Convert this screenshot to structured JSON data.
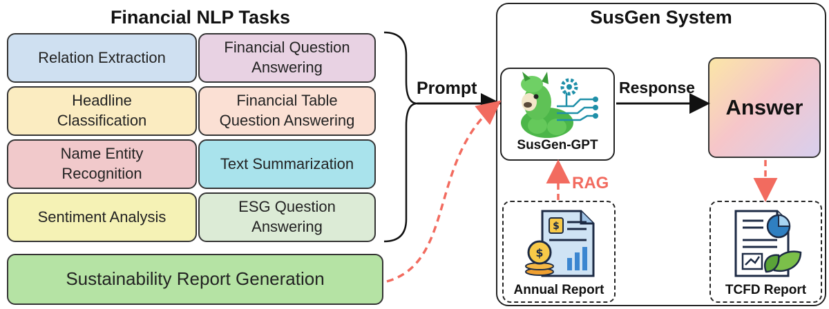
{
  "tasks_section": {
    "title": "Financial NLP Tasks",
    "tasks": [
      {
        "label": "Relation Extraction",
        "color": "#cfe0f1"
      },
      {
        "label": "Financial Question Answering",
        "color": "#e8d2e3"
      },
      {
        "label": "Headline Classification",
        "color": "#fbecc1"
      },
      {
        "label": "Financial Table Question Answering",
        "color": "#fbe0d4"
      },
      {
        "label": "Name Entity Recognition",
        "color": "#f1c9cb"
      },
      {
        "label": "Text Summarization",
        "color": "#a9e3ec"
      },
      {
        "label": "Sentiment Analysis",
        "color": "#f5f2b5"
      },
      {
        "label": "ESG Question Answering",
        "color": "#dcebd6"
      }
    ],
    "highlight_task": {
      "label": "Sustainability Report Generation",
      "color": "#b5e3a4"
    }
  },
  "flow": {
    "prompt_label": "Prompt",
    "response_label": "Response",
    "rag_label": "RAG",
    "rag_color": "#f26b5f"
  },
  "system": {
    "title": "SusGen System",
    "model_label": "SusGen-GPT",
    "answer_label": "Answer",
    "input_doc_label": "Annual Report",
    "output_doc_label": "TCFD Report"
  }
}
